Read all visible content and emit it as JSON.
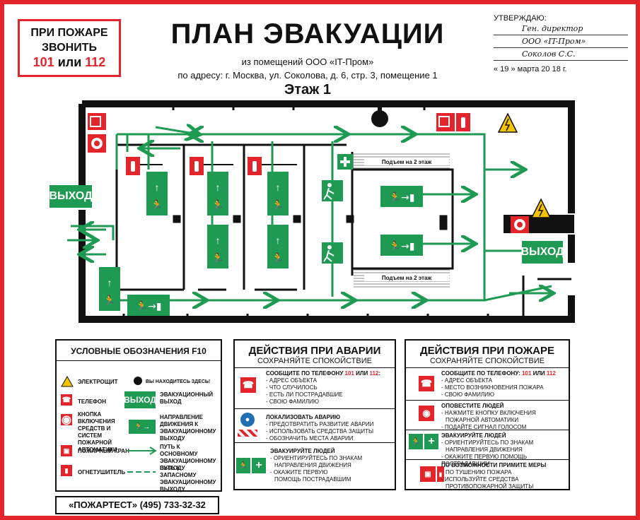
{
  "call_box": {
    "line1": "ПРИ ПОЖАРЕ",
    "line2": "ЗВОНИТЬ",
    "num1": "101",
    "word": " или ",
    "num2": "112"
  },
  "title": "ПЛАН ЭВАКУАЦИИ",
  "subtitle1": "из помещений ООО «IT-Пром»",
  "subtitle2": "по адресу: г. Москва, ул. Соколова, д. 6, стр. 3, помещение 1",
  "floor": "Этаж 1",
  "approval": {
    "label": "УТВЕРЖДАЮ:",
    "line1": "Ген. директор",
    "line2": "ООО «IT-Пром»",
    "line3": "Соколов С.С.",
    "date": "«  19  »      марта      20 18 г."
  },
  "plan": {
    "exit_left": "ВЫХОД",
    "exit_right": "ВЫХОД",
    "stairs_top": "Подъем на 2 этаж",
    "stairs_bottom": "Подъем на 2 этаж"
  },
  "legend": {
    "title": "УСЛОВНЫЕ ОБОЗНАЧЕНИЯ F10",
    "items": {
      "panel": "ЭЛЕКТРОЩИТ",
      "you_here": "ВЫ НАХОДИТЕСЬ ЗДЕСЬ!",
      "phone": "ТЕЛЕФОН",
      "exit_sign": "ВЫХОД",
      "exit_desc": "ЭВАКУАЦИОННЫЙ ВЫХОД",
      "button": "КНОПКА ВКЛЮЧЕНИЯ СРЕДСТВ И СИСТЕМ ПОЖАРНОЙ АВТОМАТИКИ",
      "direction": "НАПРАВЛЕНИЕ ДВИЖЕНИЯ К ЭВАКУАЦИОННОМУ ВЫХОДУ",
      "hydrant": "ПОЖАРНЫЙ КРАН",
      "main_path": "ПУТЬ К ОСНОВНОМУ ЭВАКУАЦИОННОМУ ВЫХОДУ",
      "extinguisher": "ОГНЕТУШИТЕЛЬ",
      "reserve_path": "ПУТЬ К ЗАПАСНОМУ ЭВАКУАЦИОННОМУ ВЫХОДУ"
    }
  },
  "accident": {
    "title": "ДЕЙСТВИЯ ПРИ АВАРИИ",
    "subtitle": "СОХРАНЯЙТЕ СПОКОЙСТВИЕ",
    "s1_head_a": "СООБЩИТЕ ПО ТЕЛЕФОНУ ",
    "s1_n1": "101",
    "s1_or": " ИЛИ ",
    "s1_n2": "112",
    "s1_colon": ":",
    "s1_items": [
      "- АДРЕС ОБЪЕКТА",
      "- ЧТО СЛУЧИЛОСЬ",
      "- ЕСТЬ ЛИ ПОСТРАДАВШИЕ",
      "- СВОЮ ФАМИЛИЮ"
    ],
    "s2_head": "ЛОКАЛИЗОВАТЬ АВАРИЮ",
    "s2_items": [
      "- ПРЕДОТВРАТИТЬ РАЗВИТИЕ АВАРИИ",
      "- ИСПОЛЬЗОВАТЬ СРЕДСТВА ЗАЩИТЫ",
      "- ОБОЗНАЧИТЬ МЕСТА АВАРИИ"
    ],
    "s3_head": "ЭВАКУИРУЙТЕ ЛЮДЕЙ",
    "s3_items": [
      "- ОРИЕНТИРУЙТЕСЬ ПО ЗНАКАМ",
      "НАПРАВЛЕНИЯ ДВИЖЕНИЯ",
      "- ОКАЖИТЕ ПЕРВУЮ",
      "ПОМОЩЬ ПОСТРАДАВШИМ"
    ]
  },
  "fire": {
    "title": "ДЕЙСТВИЯ ПРИ ПОЖАРЕ",
    "subtitle": "СОХРАНЯЙТЕ СПОКОЙСТВИЕ",
    "s1_head_a": "СООБЩИТЕ ПО ТЕЛЕФОНУ: ",
    "s1_n1": "101",
    "s1_or": " ИЛИ ",
    "s1_n2": "112",
    "s1_items": [
      "- АДРЕС ОБЪЕКТА",
      "- МЕСТО ВОЗНИКНОВЕНИЯ ПОЖАРА",
      "- СВОЮ ФАМИЛИЮ"
    ],
    "s2_head": "ОПОВЕСТИТЕ ЛЮДЕЙ",
    "s2_items": [
      "- НАЖМИТЕ КНОПКУ ВКЛЮЧЕНИЯ",
      "ПОЖАРНОЙ АВТОМАТИКИ",
      "- ПОДАЙТЕ СИГНАЛ ГОЛОСОМ"
    ],
    "s3_head": "ЭВАКУИРУЙТЕ ЛЮДЕЙ",
    "s3_items": [
      "- ОРИЕНТИРУЙТЕСЬ ПО ЗНАКАМ",
      "НАПРАВЛЕНИЯ ДВИЖЕНИЯ",
      "- ОКАЖИТЕ ПЕРВУЮ ПОМОЩЬ ПОСТРАДАВШИМ"
    ],
    "s4_head": "ПО ВОЗМОЖНОСТИ ПРИМИТЕ МЕРЫ",
    "s4_items": [
      "ПО ТУШЕНИЮ ПОЖАРА",
      "- ИСПОЛЬЗУЙТЕ СРЕДСТВА",
      "ПРОТИВОПОЖАРНОЙ ЗАЩИТЫ"
    ]
  },
  "footer_phone": "«ПОЖАРТЕСТ» (495) 733-32-32",
  "colors": {
    "red": "#e3242b",
    "green": "#1e9a52",
    "wall": "#111111",
    "yellow": "#f5c400"
  },
  "icons": {
    "phone": "phone-icon",
    "button": "fire-alarm-button-icon",
    "hydrant": "fire-hydrant-icon",
    "extinguisher": "fire-extinguisher-icon",
    "panel": "electrical-panel-icon",
    "first_aid": "first-aid-icon",
    "running": "running-man-icon"
  }
}
